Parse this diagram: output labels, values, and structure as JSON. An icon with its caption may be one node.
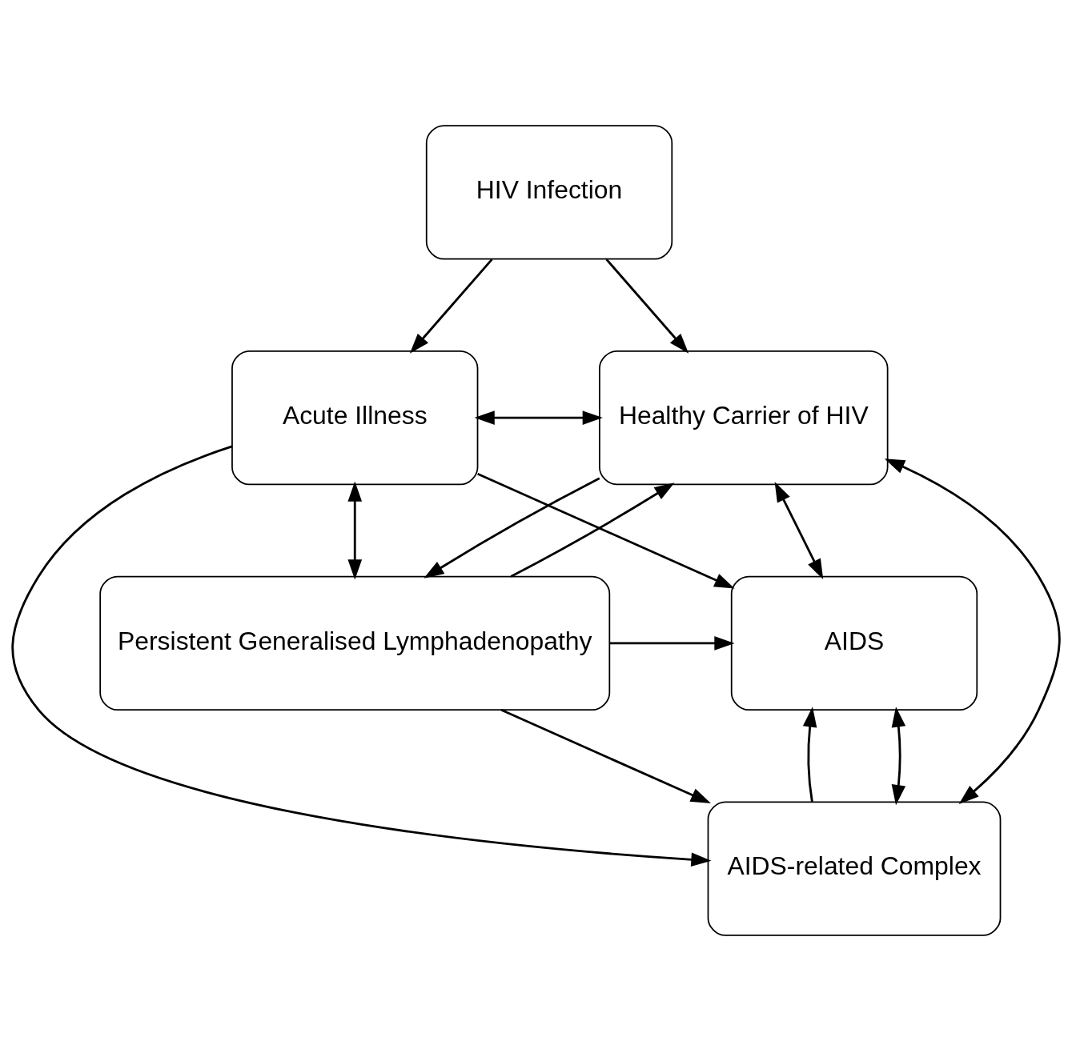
{
  "diagram": {
    "nodes": [
      {
        "text": [
          "HIV Infection"
        ]
      },
      {
        "text": [
          "Acute Illness"
        ]
      },
      {
        "text": [
          "Healthy Carrier of HIV"
        ]
      },
      {
        "text": [
          "AIDS"
        ]
      },
      {
        "text": [
          "Persistent Generalised Lymphadenopathy"
        ]
      },
      {
        "text": [
          "AIDS-related Complex"
        ]
      }
    ],
    "edges": [
      {
        "from": 0,
        "to": 1,
        "arrow": "to"
      },
      {
        "from": 0,
        "to": 2,
        "arrow": "to"
      },
      {
        "from": 1,
        "to": 2,
        "arrow": "both"
      },
      {
        "from": 1,
        "to": 3,
        "arrow": "to"
      },
      {
        "from": 1,
        "to": 4,
        "arrow": "both"
      },
      {
        "from": 2,
        "to": 3,
        "arrow": "both"
      },
      {
        "from": 1,
        "to": 5,
        "arrow": "to"
      },
      {
        "from": 2,
        "to": 5,
        "arrow": "both"
      },
      {
        "from": 4,
        "to": 2,
        "arrow": "to"
      },
      {
        "from": 2,
        "to": 4,
        "arrow": "to"
      },
      {
        "from": 4,
        "to": 5,
        "arrow": "to"
      },
      {
        "from": 5,
        "to": 3,
        "arrow": "to"
      },
      {
        "from": 5,
        "to": 3,
        "arrow": "both"
      },
      {
        "from": 4,
        "to": 3,
        "arrow": "to"
      }
    ]
  }
}
